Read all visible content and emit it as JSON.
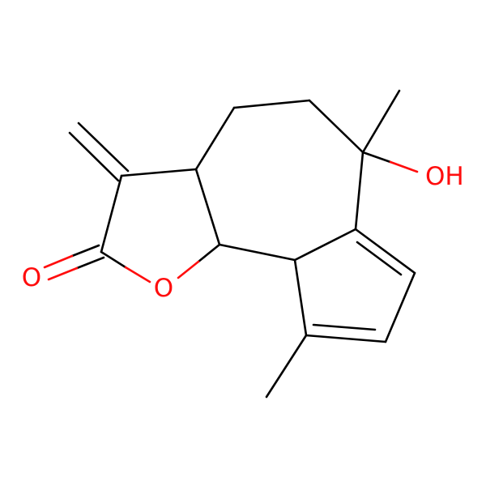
{
  "molecule": {
    "atom_labels": {
      "hydroxyl": "OH",
      "ring_oxygen": "O",
      "carbonyl_oxygen": "O"
    },
    "colors": {
      "bond": "#000000",
      "oxygen": "#ff0d0d",
      "background": "#ffffff"
    }
  }
}
